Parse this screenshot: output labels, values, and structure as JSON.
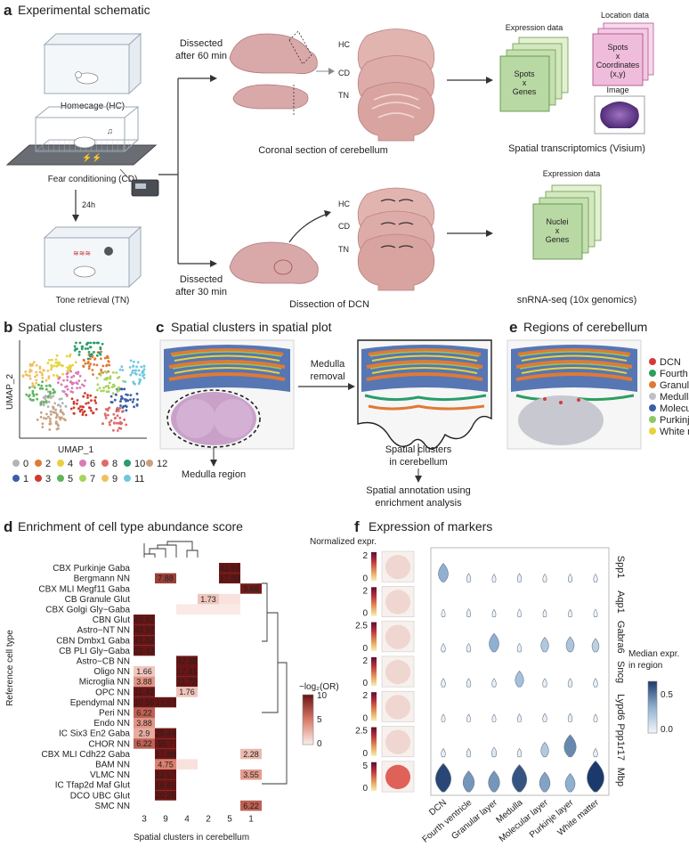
{
  "panel_a": {
    "letter": "a",
    "title": "Experimental schematic",
    "homecage": "Homecage (HC)",
    "fear": "Fear conditioning (CD)",
    "delay": "24h",
    "tone": "Tone retrieval (TN)",
    "dissect60_l1": "Dissected",
    "dissect60_l2": "after 60 min",
    "dissect30_l1": "Dissected",
    "dissect30_l2": "after 30 min",
    "hc": "HC",
    "cd": "CD",
    "tn": "TN",
    "coronal": "Coronal section of cerebellum",
    "dcn_dissection": "Dissection of DCN",
    "expr_data": "Expression data",
    "loc_data": "Location data",
    "spots_genes": [
      "Spots",
      "x",
      "Genes"
    ],
    "spots_coords": [
      "Spots",
      "x",
      "Coordinates",
      "(x,y)"
    ],
    "image": "Image",
    "visium": "Spatial transcriptomics (Visium)",
    "nuclei_genes": [
      "Nuclei",
      "x",
      "Genes"
    ],
    "snrna": "snRNA-seq (10x genomics)"
  },
  "panel_b": {
    "letter": "b",
    "title": "Spatial clusters",
    "ylabel": "UMAP_2",
    "xlabel": "UMAP_1",
    "legend": [
      {
        "label": "0",
        "color": "#b4b4b4"
      },
      {
        "label": "1",
        "color": "#3a5fa8"
      },
      {
        "label": "2",
        "color": "#e07a35"
      },
      {
        "label": "3",
        "color": "#d13a2e"
      },
      {
        "label": "4",
        "color": "#e8d23a"
      },
      {
        "label": "5",
        "color": "#5fb55c"
      },
      {
        "label": "6",
        "color": "#d97bb5"
      },
      {
        "label": "7",
        "color": "#a8d45c"
      },
      {
        "label": "8",
        "color": "#e06a6a"
      },
      {
        "label": "9",
        "color": "#f0c060"
      },
      {
        "label": "10",
        "color": "#2a9d6a"
      },
      {
        "label": "11",
        "color": "#6ec8e0"
      },
      {
        "label": "12",
        "color": "#c8a080"
      }
    ]
  },
  "panel_c": {
    "letter": "c",
    "title": "Spatial clusters in spatial plot",
    "medulla_region": "Medulla region",
    "removal_l1": "Medulla",
    "removal_l2": "removal",
    "clusters_l1": "Spatial clusters",
    "clusters_l2": "in cerebellum",
    "annot_l1": "Spatial annotation using",
    "annot_l2": "enrichment analysis"
  },
  "panel_e": {
    "letter": "e",
    "title": "Regions of cerebellum",
    "legend": [
      {
        "label": "DCN",
        "color": "#d43a3a"
      },
      {
        "label": "Fourth ventricle",
        "color": "#2e9e60"
      },
      {
        "label": "Granular layer",
        "color": "#e07a35"
      },
      {
        "label": "Medulla",
        "color": "#c0c0c8"
      },
      {
        "label": "Molecular layer",
        "color": "#3a5fa8"
      },
      {
        "label": "Purkinje layer",
        "color": "#8cc864"
      },
      {
        "label": "White matter",
        "color": "#e8d23a"
      }
    ]
  },
  "panel_d": {
    "letter": "d",
    "title": "Enrichment of cell type abundance score",
    "colorbar_label": "−log₂(OR)",
    "colorbar_ticks": [
      "10",
      "5",
      "0"
    ]
  },
  "panel_f": {
    "letter": "f",
    "title": "Expression of markers",
    "norm_label": "Normalized expr.",
    "median_l1": "Median expr.",
    "median_l2": "in region",
    "median_ticks": [
      "0.5",
      "0.0"
    ],
    "rows": [
      {
        "gene": "Spp1",
        "ticks": [
          "2",
          "0"
        ]
      },
      {
        "gene": "Aqp1",
        "ticks": [
          "2",
          "0"
        ]
      },
      {
        "gene": "Gabra6",
        "ticks": [
          "2.5",
          "0"
        ]
      },
      {
        "gene": "Sncg",
        "ticks": [
          "2",
          "0"
        ]
      },
      {
        "gene": "Lypd6",
        "ticks": [
          "2",
          "0"
        ]
      },
      {
        "gene": "Ppp1r17",
        "ticks": [
          "2.5",
          "0"
        ]
      },
      {
        "gene": "Mbp",
        "ticks": [
          "5",
          "0"
        ]
      }
    ],
    "regions": [
      "DCN",
      "Fourth ventricle",
      "Granular layer",
      "Medulla",
      "Molecular layer",
      "Purkinje layer",
      "White matter"
    ],
    "median": [
      [
        0.45,
        0.05,
        0.02,
        0.05,
        0.03,
        0.03,
        0.03
      ],
      [
        0.02,
        0.04,
        0.01,
        0.02,
        0.01,
        0.01,
        0.02
      ],
      [
        0.05,
        0.05,
        0.45,
        0.05,
        0.3,
        0.32,
        0.25
      ],
      [
        0.05,
        0.05,
        0.05,
        0.35,
        0.05,
        0.05,
        0.05
      ],
      [
        0.02,
        0.02,
        0.02,
        0.03,
        0.05,
        0.05,
        0.02
      ],
      [
        0.05,
        0.05,
        0.1,
        0.05,
        0.3,
        0.6,
        0.05
      ],
      [
        0.85,
        0.55,
        0.55,
        0.8,
        0.5,
        0.45,
        0.95
      ]
    ]
  },
  "chart_data": {
    "type": "heatmap",
    "xlabel": "Spatial clusters in cerebellum",
    "ylabel": "Reference cell type",
    "categories": [
      "3",
      "9",
      "4",
      "2",
      "5",
      "1"
    ],
    "rows": [
      "CBX Purkinje Gaba",
      "Bergmann NN",
      "CBX MLI Megf11 Gaba",
      "CB Granule Glut",
      "CBX Golgi Gly−Gaba",
      "CBN Glut",
      "Astro−NT NN",
      "CBN Dmbx1 Gaba",
      "CB PLI Gly−Gaba",
      "Astro−CB NN",
      "Oligo NN",
      "Microglia NN",
      "OPC NN",
      "Ependymal NN",
      "Peri NN",
      "Endo NN",
      "IC Six3 En2 Gaba",
      "CHOR NN",
      "CBX MLI Cdh22 Gaba",
      "BAM NN",
      "VLMC NN",
      "IC Tfap2d Maf Glut",
      "DCO UBC Glut",
      "SMC NN"
    ],
    "values": [
      [
        0,
        0,
        0,
        0,
        43.91,
        0
      ],
      [
        0,
        7.88,
        0,
        0,
        17.88,
        0
      ],
      [
        0,
        0,
        0,
        0,
        0,
        9.68
      ],
      [
        0,
        0,
        0,
        1.73,
        0.5,
        0
      ],
      [
        0,
        0,
        0.2,
        0.2,
        0.2,
        0
      ],
      [
        43.92,
        0,
        0,
        0,
        0,
        0
      ],
      [
        43.92,
        0,
        0,
        0,
        0,
        0
      ],
      [
        41.82,
        0,
        0,
        0,
        0,
        0
      ],
      [
        32.43,
        0,
        0,
        0,
        0,
        0
      ],
      [
        0,
        0,
        42.38,
        0,
        0,
        0
      ],
      [
        1.66,
        0,
        17.41,
        0,
        0,
        0
      ],
      [
        3.88,
        0,
        11.72,
        0,
        0,
        0
      ],
      [
        11.42,
        0,
        1.76,
        0,
        0,
        0
      ],
      [
        10.59,
        13.57,
        0,
        0,
        0,
        0
      ],
      [
        6.22,
        0,
        0,
        0,
        0,
        0
      ],
      [
        3.88,
        0,
        0,
        0,
        0,
        0
      ],
      [
        2.9,
        25.44,
        0,
        0,
        0,
        0
      ],
      [
        6.22,
        15.7,
        0,
        0,
        0,
        0
      ],
      [
        0,
        17.88,
        0,
        0,
        0,
        2.28
      ],
      [
        0,
        4.75,
        0.5,
        0,
        0,
        0
      ],
      [
        0,
        13.57,
        0,
        0,
        0,
        3.55
      ],
      [
        0,
        16.81,
        0,
        0,
        0,
        0
      ],
      [
        0,
        20.25,
        0,
        0,
        0,
        0
      ],
      [
        0,
        0,
        0,
        0,
        0,
        6.22
      ]
    ],
    "labels": [
      [
        "",
        "",
        "",
        "",
        "43.91",
        ""
      ],
      [
        "",
        "7.88",
        "",
        "",
        "17.88",
        ""
      ],
      [
        "",
        "",
        "",
        "",
        "",
        "9.68"
      ],
      [
        "",
        "",
        "",
        "1.73",
        "",
        ""
      ],
      [
        "",
        "",
        "",
        "",
        "",
        ""
      ],
      [
        "43.92",
        "",
        "",
        "",
        "",
        ""
      ],
      [
        "43.92",
        "",
        "",
        "",
        "",
        ""
      ],
      [
        "41.82",
        "",
        "",
        "",
        "",
        ""
      ],
      [
        "32.43",
        "",
        "",
        "",
        "",
        ""
      ],
      [
        "",
        "",
        "42.38",
        "",
        "",
        ""
      ],
      [
        "1.66",
        "",
        "17.41",
        "",
        "",
        ""
      ],
      [
        "3.88",
        "",
        "11.72",
        "",
        "",
        ""
      ],
      [
        "11.42",
        "",
        "1.76",
        "",
        "",
        ""
      ],
      [
        "10.59",
        "13.57",
        "",
        "",
        "",
        ""
      ],
      [
        "6.22",
        "",
        "",
        "",
        "",
        ""
      ],
      [
        "3.88",
        "",
        "",
        "",
        "",
        ""
      ],
      [
        "2.9",
        "25.44",
        "",
        "",
        "",
        ""
      ],
      [
        "6.22",
        "15.7",
        "",
        "",
        "",
        ""
      ],
      [
        "",
        "17.88",
        "",
        "",
        "",
        "2.28"
      ],
      [
        "",
        "4.75",
        "",
        "",
        "",
        ""
      ],
      [
        "",
        "13.57",
        "",
        "",
        "",
        "3.55"
      ],
      [
        "",
        "16.81",
        "",
        "",
        "",
        ""
      ],
      [
        "",
        "20.25",
        "",
        "",
        "",
        ""
      ],
      [
        "",
        "",
        "",
        "",
        "",
        "6.22"
      ]
    ],
    "vmin": 0,
    "vmax": 10
  }
}
